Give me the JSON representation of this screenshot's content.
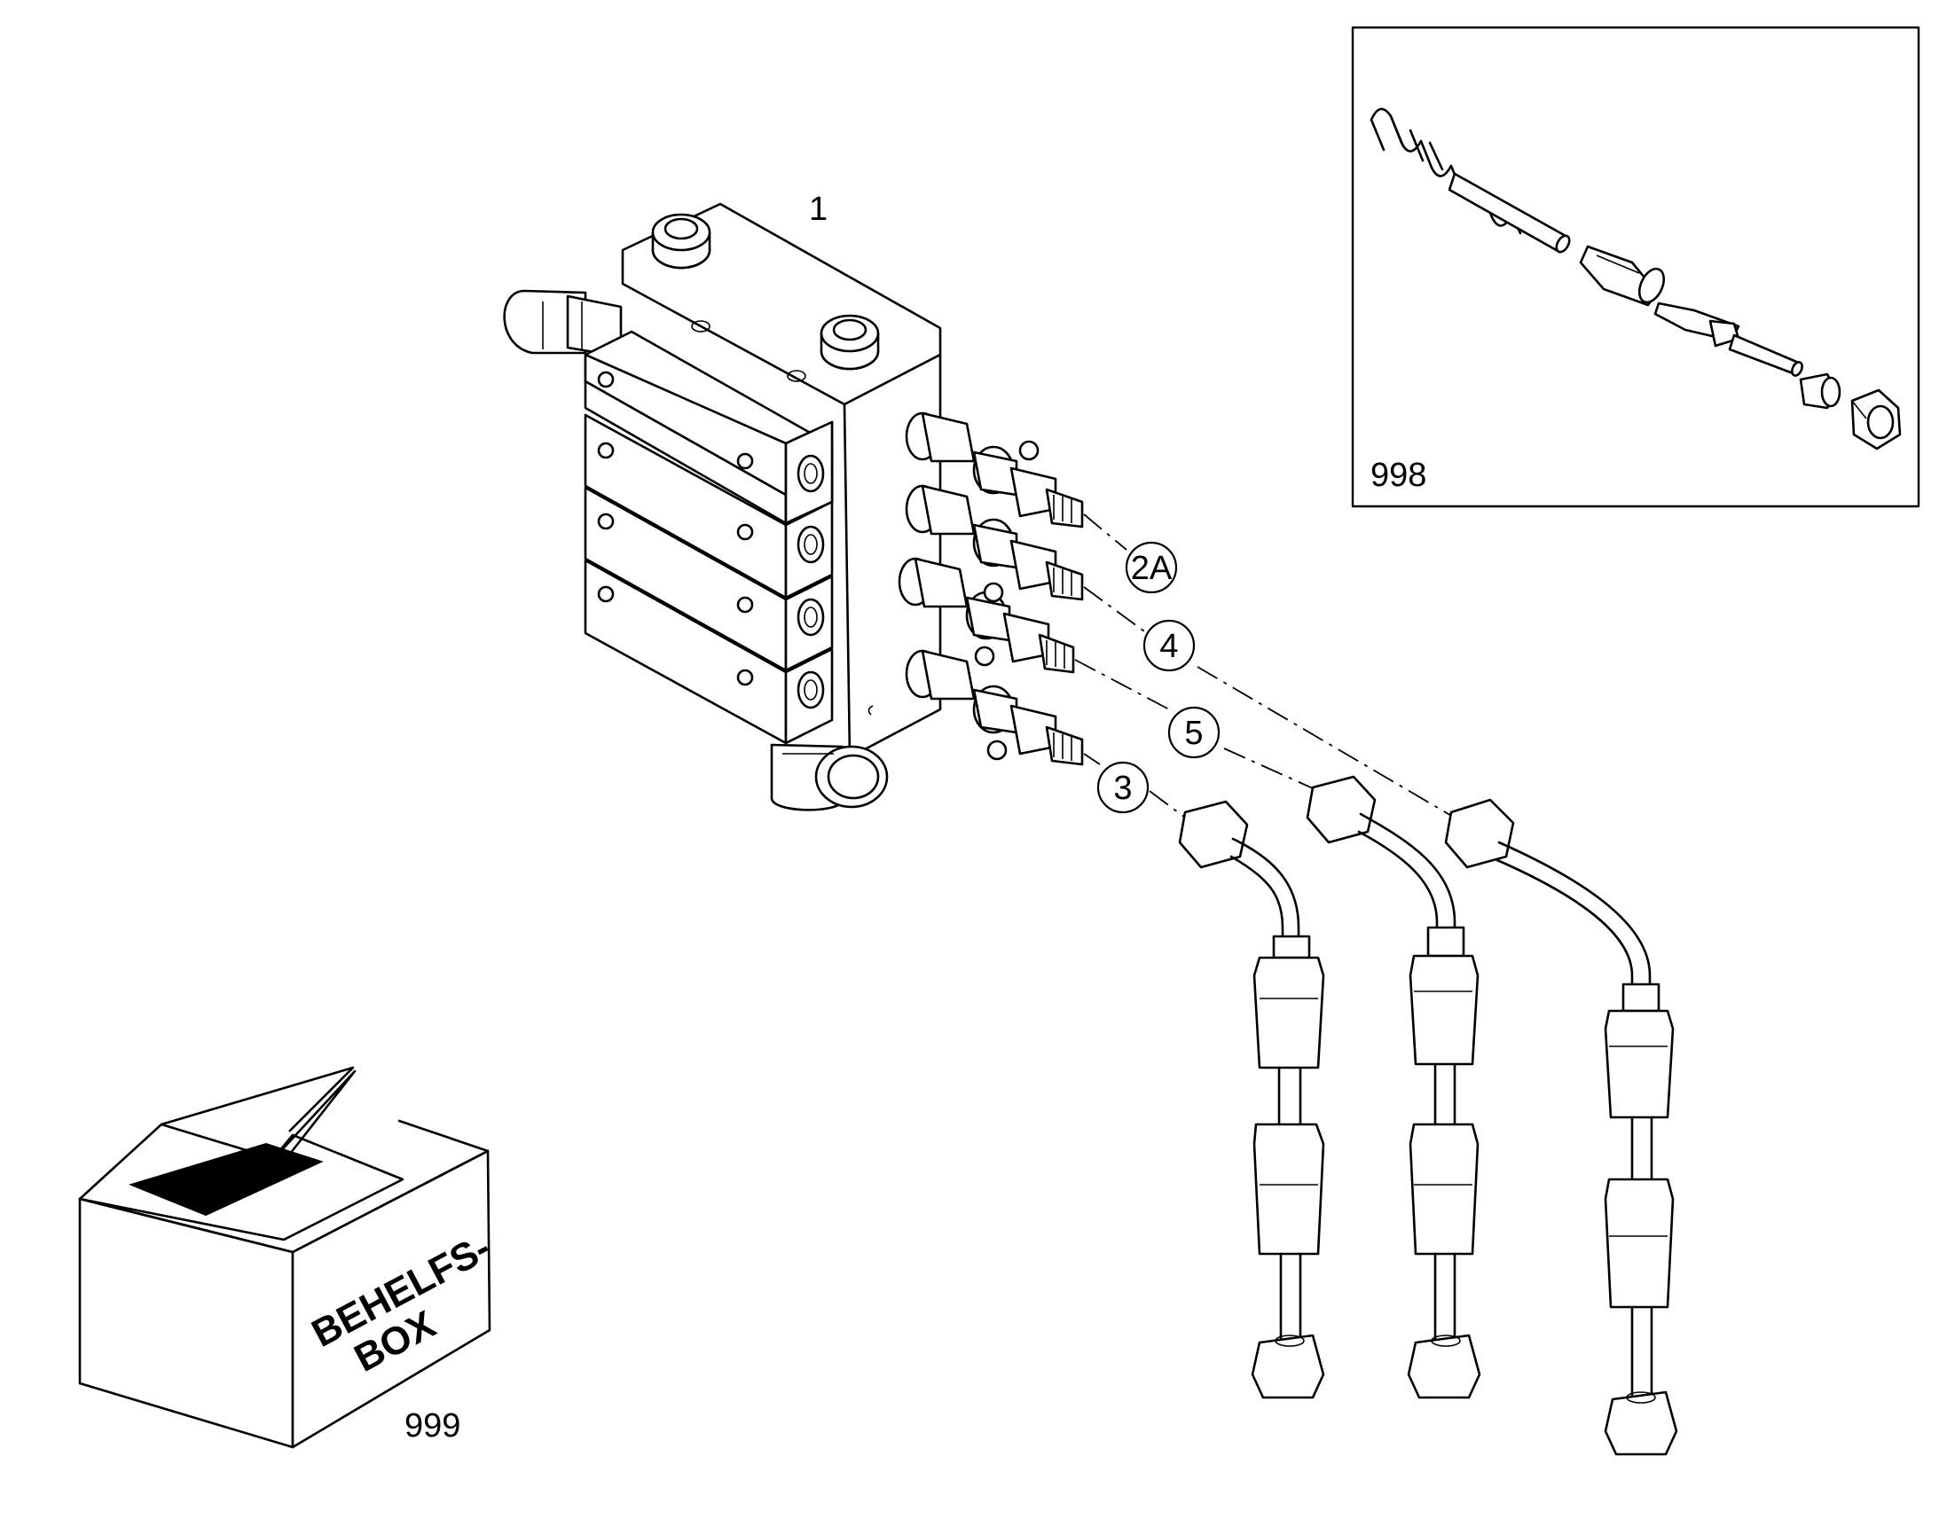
{
  "labels": {
    "main_unit": "1",
    "callout_2a": "2A",
    "callout_4": "4",
    "callout_5": "5",
    "callout_3": "3",
    "inset_kit": "998",
    "box_kit": "999"
  },
  "box_text": {
    "line1": "BEHELFS-",
    "line2": "BOX"
  }
}
